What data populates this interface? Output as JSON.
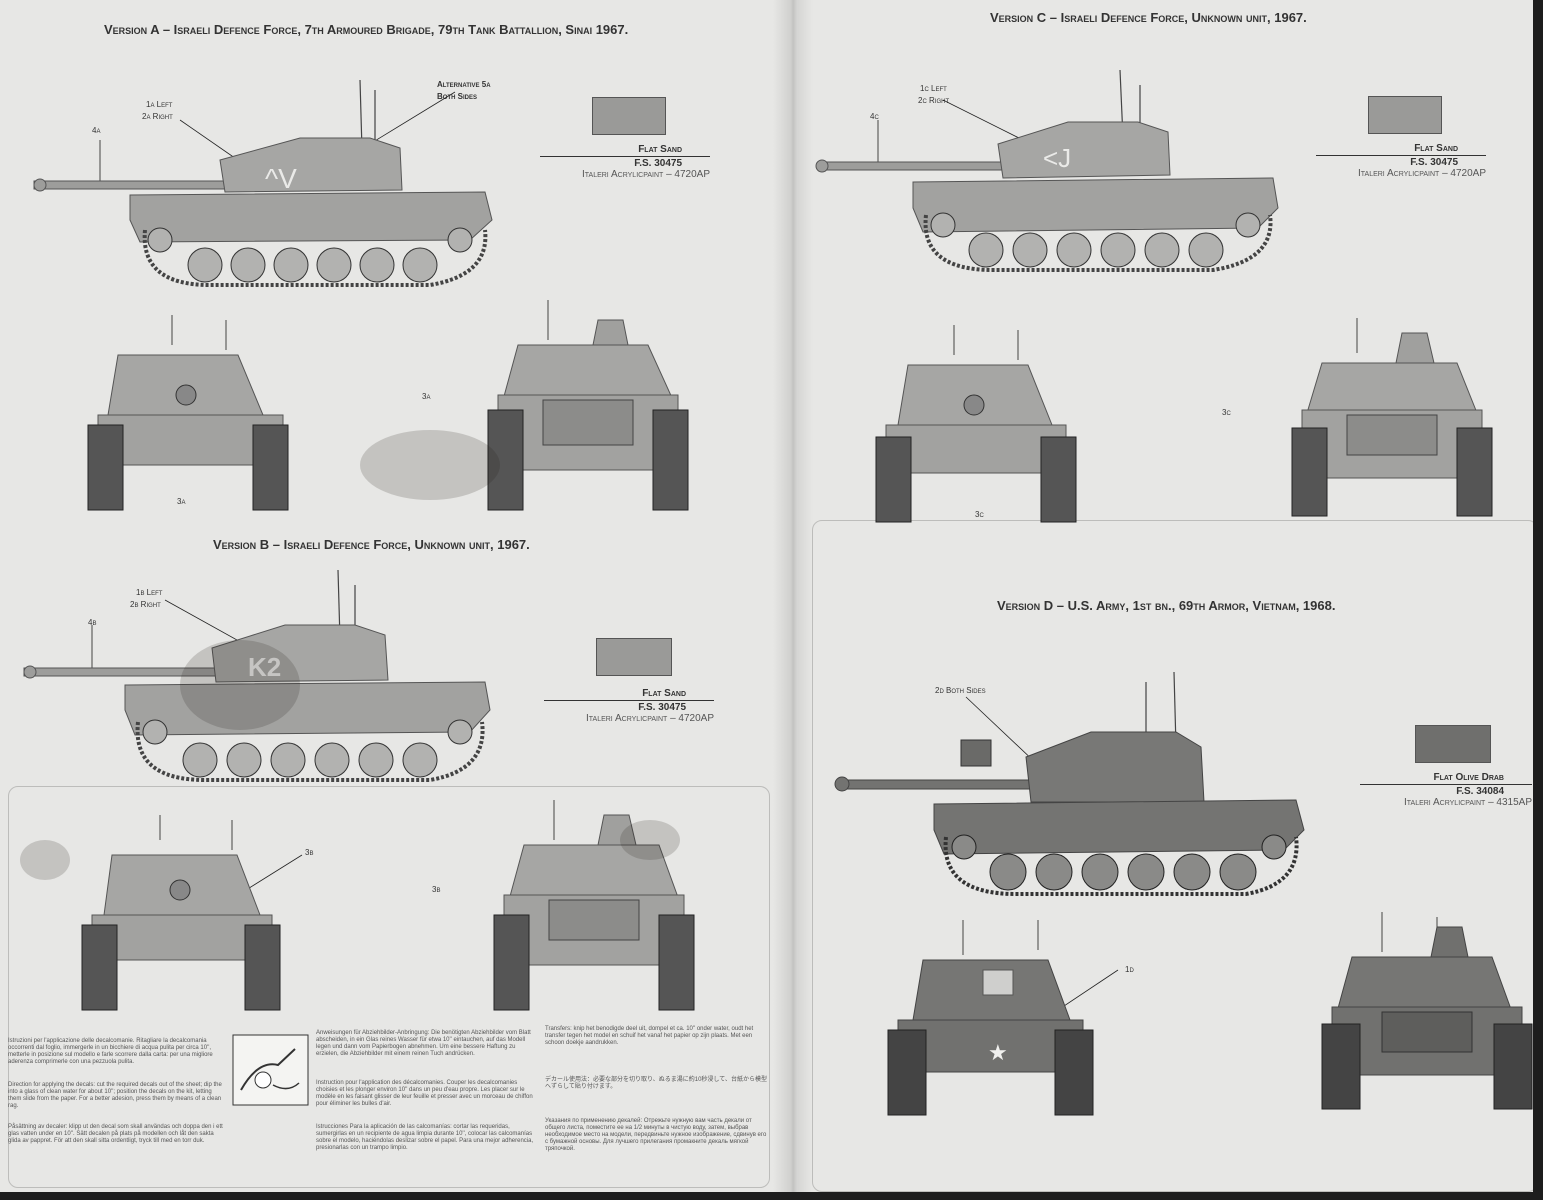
{
  "versions": {
    "a": {
      "title": "Version A – Israeli Defence Force, 7th Armoured Brigade, 79th Tank Battallion, Sinai 1967.",
      "paint_name": "Flat Sand",
      "paint_fs": "F.S. 30475",
      "paint_brand": "Italeri Acrylicpaint – 4720AP",
      "markings": {
        "m1": "1a Left",
        "m2": "2a Right",
        "m3": "Alternative 5a",
        "m4": "Both Sides",
        "m5": "4a",
        "m6": "3a",
        "m7": "3a"
      },
      "hull_text": "^V"
    },
    "b": {
      "title": "Version B – Israeli Defence Force, Unknown unit, 1967.",
      "paint_name": "Flat Sand",
      "paint_fs": "F.S. 30475",
      "paint_brand": "Italeri Acrylicpaint – 4720AP",
      "markings": {
        "m1": "1b Left",
        "m2": "2b Right",
        "m3": "4b",
        "m4": "3b",
        "m5": "3b"
      },
      "hull_text": "K2"
    },
    "c": {
      "title": "Version C – Israeli Defence Force, Unknown unit, 1967.",
      "paint_name": "Flat Sand",
      "paint_fs": "F.S. 30475",
      "paint_brand": "Italeri Acrylicpaint – 4720AP",
      "markings": {
        "m1": "1c Left",
        "m2": "2c Right",
        "m3": "4c",
        "m4": "3c",
        "m5": "3c"
      },
      "hull_text": "<J"
    },
    "d": {
      "title": "Version D – U.S. Army, 1st bn., 69th Armor, Vietnam, 1968.",
      "paint_name": "Flat Olive Drab",
      "paint_fs": "F.S. 34084",
      "paint_brand": "Italeri Acrylicpaint – 4315AP",
      "markings": {
        "m1": "2d Both Sides",
        "m2": "1d"
      }
    }
  },
  "instructions": {
    "it": "Istruzioni per l'applicazione delle decalcomanie. Ritagliare la decalcomania occorrenti dal foglio, immergerle in un bicchiere di acqua pulita per circa 10'', metterle in posizione sul modello e farle scorrere dalla carta: per una migliore aderenza comprimerle con una pezzuola pulita.",
    "en": "Direction for applying the decals: cut the required decals out of the sheet; dip the into a glass of clean water for about 10''; position the decals on the kit, letting them slide from the paper. For a better adesion, press them by means of a clean rag.",
    "sv": "Påsättning av decaler: klipp ut den decal som skall användas och doppa den i ett glas vatten under en 10''. Sätt decalen på plats på modellen och låt den sakta glida av pappret. För att den skall sitta ordentligt, tryck till med en torr duk.",
    "de": "Anweisungen für Abziehbilder-Anbringung: Die benötigten Abziehbilder vom Blatt abscheiden, in ein Glas reines Wasser für etwa 10'' eintauchen, auf das Modell legen und dann vom Papierbogen abnehmen. Um eine bessere Haftung zu erzielen, die Abziehbilder mit einem reinen Tuch andrücken.",
    "fr": "Instruction pour l'application des décalcomanies. Couper les decalcomanies choisies et les plonger environ 10'' dans un peu d'eau propre. Les placer sur le modèle en les faisant glisser de leur feuille et presser avec un morceau de chiffon pour éliminer les bulles d'air.",
    "es": "Istrucciones Para la aplicación de las calcomanías: cortar las requeridas, sumergirlas en un recipiente de agua limpia durante 10'', colocar las calcomanías sobre el modelo, haciéndolas deslizar sobre el papel. Para una mejor adherencia, presionarlas con un trampo limpio.",
    "nl": "Transfers: knip het benodigde deel uit, dompel et ca. 10'' onder water, oudt het transfer tegen het model en schuif het vanaf het papier op zijn plaats. Met een schoon doekje aandrukken.",
    "jp": "デカール使用法：必要な部分を切り取り、ぬるま湯に約10秒浸して、台紙から模型へずらして貼り付けます。",
    "ru": "Указания по применению декалей: Отрежьте нужную вам часть декали от общего листа, поместите ее на 1/2 минуты в чистую воду, затем, выбрав необходимое место на модели, передвиньте нужное изображение, сдвинув его с бумажной основы. Для лучшего прилегания промакните декаль мягкой тряпочкой."
  }
}
